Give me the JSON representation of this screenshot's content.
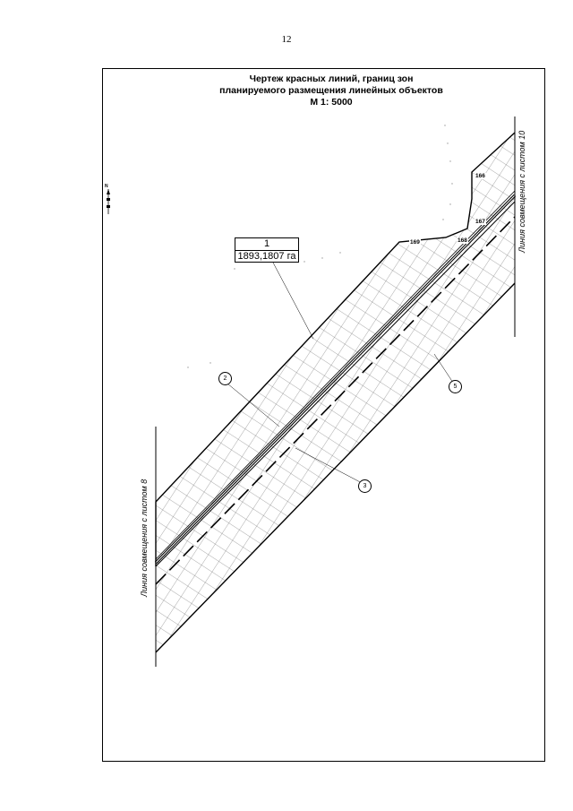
{
  "page_number": "12",
  "title": {
    "line1": "Чертеж красных линий, границ зон",
    "line2": "планируемого размещения линейных объектов",
    "line3": "М 1: 5000"
  },
  "area_box": {
    "number": "1",
    "area": "1893,1807 га"
  },
  "points": [
    "166",
    "167",
    "168",
    "169"
  ],
  "callouts": [
    "2",
    "3",
    "5"
  ],
  "match_lines": {
    "left": "Линия совмещения с листом 8",
    "right": "Линия совмещения с листом 10"
  },
  "north_arrow": "N"
}
